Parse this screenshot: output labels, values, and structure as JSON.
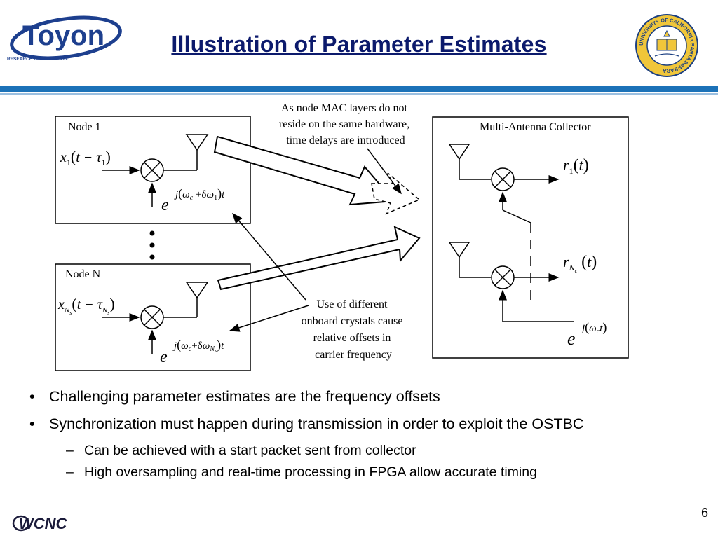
{
  "title": "Illustration of Parameter Estimates",
  "logos": {
    "toyon": "Toyon",
    "toyon_sub": "RESEARCH CORPORATION",
    "university": "UNIVERSITY OF CALIFORNIA SANTA BARBARA",
    "wcnc": "WCNC"
  },
  "diagram": {
    "node1_label": "Node 1",
    "nodeN_label": "Node N",
    "collector_label": "Multi-Antenna Collector",
    "note_mac": [
      "As node MAC layers do not",
      "reside on the same hardware,",
      "time delays are introduced"
    ],
    "note_crystal": [
      "Use of different",
      "onboard crystals cause",
      "relative offsets in",
      "carrier frequency"
    ]
  },
  "bullets": [
    {
      "text": "Challenging parameter estimates are the frequency offsets"
    },
    {
      "text": "Synchronization must happen during transmission in order to exploit the OSTBC",
      "sub": [
        "Can be achieved with a start packet sent from collector",
        "High oversampling and real-time processing in FPGA allow accurate timing"
      ]
    }
  ],
  "page_number": "6",
  "colors": {
    "title": "#0c1a6c",
    "rule": "#1c72b8",
    "toyon_blue": "#1d3f8e"
  }
}
